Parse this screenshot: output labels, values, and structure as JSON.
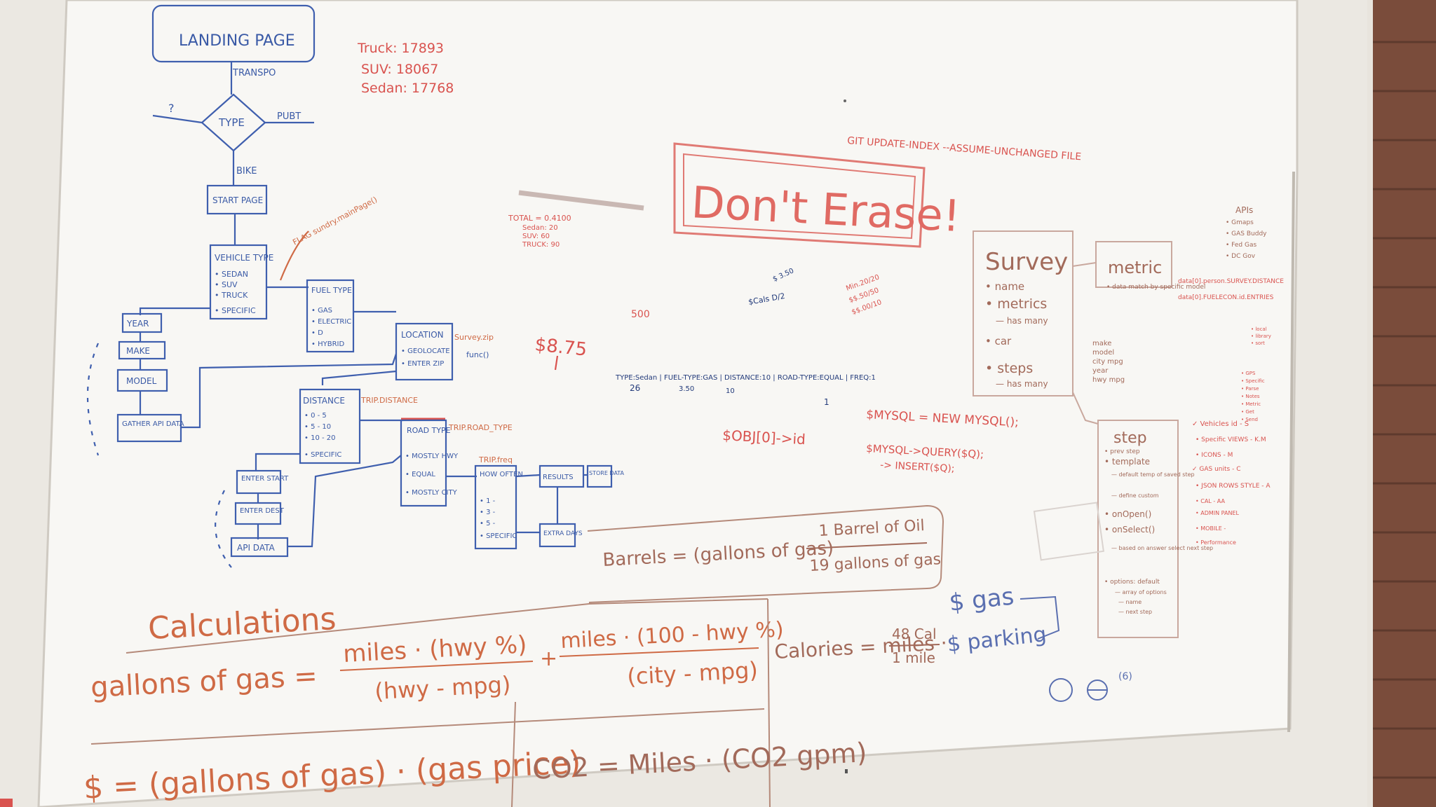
{
  "colors": {
    "board": "#f7f6f3",
    "wall_left": "#e7e4de",
    "brick": "#7a4c3b",
    "ink_blue": "#3a5aa6",
    "ink_red": "#d9534f",
    "ink_orange": "#cf6a45",
    "ink_brown": "#a26a5a"
  },
  "flowchart": {
    "landing": "LANDING PAGE",
    "transpo": "TRANSPO",
    "type": "TYPE",
    "q": "?",
    "publ": "PUBT",
    "bike": "BIKE",
    "start_page": "START PAGE",
    "vehicle_type": "VEHICLE TYPE",
    "vehicle_items": [
      "• SEDAN",
      "• SUV",
      "• TRUCK"
    ],
    "vehicle_specific": "• SPECIFIC",
    "fuel_type": "FUEL TYPE",
    "fuel_items": [
      "• GAS",
      "• ELECTRIC",
      "• D",
      "• HYBRID"
    ],
    "year": "YEAR",
    "make": "MAKE",
    "model": "MODEL",
    "gather": "GATHER API DATA",
    "location": "LOCATION",
    "location_items": [
      "• GEOLOCATE",
      "• ENTER ZIP"
    ],
    "survey_zip": "Survey.zip",
    "func": "func()",
    "distance": "DISTANCE",
    "distance_items": [
      "• 0 - 5",
      "• 5 - 10",
      "• 10 - 20"
    ],
    "distance_specific": "• SPECIFIC",
    "trip_distance": "TRIP.DISTANCE",
    "road_type": "ROAD TYPE",
    "road_items": [
      "• MOSTLY HWY",
      "• EQUAL",
      "• MOSTLY CITY"
    ],
    "trip_road": "TRIP.ROAD_TYPE",
    "trip_freq": "TRIP.freq",
    "how_often": "HOW OFTEN",
    "often_items": [
      "• 1 -",
      "• 3 -",
      "• 5 -"
    ],
    "often_specific": "• SPECIFIC",
    "results": "RESULTS",
    "store_data": "STORE DATA",
    "extra_days": "EXTRA DAYS",
    "enter_start": "ENTER START",
    "enter_dest": "ENTER DEST",
    "api_data": "API DATA",
    "flag": "FLAG sundry.mainPage()"
  },
  "red_notes": {
    "truck": "Truck: 17893",
    "suv": "SUV: 18067",
    "sedan": "Sedan: 17768",
    "total": "TOTAL = 0.4100",
    "total_lines": [
      "Sedan: 20",
      "SUV: 60",
      "TRUCK: 90"
    ],
    "dont_erase": "Don't Erase!",
    "git": "GIT UPDATE-INDEX --ASSUME-UNCHANGED FILE",
    "price": "$8.75",
    "five_hundred": "500",
    "obj": "$OBJ[0]->id",
    "mysql1": "$MYSQL = NEW MYSQL();",
    "mysql2": "$MYSQL->QUERY($Q);",
    "insert": "-> INSERT($Q);"
  },
  "center_notes": {
    "row": "TYPE:Sedan | FUEL-TYPE:GAS | DISTANCE:10 | ROAD-TYPE:EQUAL | FREQ:1",
    "row_vals": [
      "26",
      "3.50",
      "10",
      "1"
    ],
    "cost": "$ 3.50",
    "d2": "$Cals D/2",
    "mins": [
      "Min.20/20",
      "$$.50/50",
      "$$.00/10"
    ]
  },
  "right_panel": {
    "survey_title": "Survey",
    "survey_items": [
      "• name",
      "• metrics",
      "— has many",
      "• car",
      "• steps",
      "— has many"
    ],
    "metric_title": "metric",
    "metric_note": "• data match by specific model",
    "car_items": [
      "make",
      "model",
      "city mpg",
      "year",
      "hwy mpg"
    ],
    "step_title": "step",
    "step_items": [
      "• prev step",
      "• template",
      "— default temp of saved step",
      "— define custom",
      "• onOpen()",
      "• onSelect()",
      "— based on answer select next step",
      "• options: default",
      "— array of options",
      "— name",
      "— next step"
    ],
    "api_title": "APIs",
    "api_items": [
      "• Gmaps",
      "• GAS Buddy",
      "• Fed Gas",
      "• DC Gov"
    ],
    "data_lines": [
      "data[0].person.SURVEY.DISTANCE",
      "data[0].FUELECON.id.ENTRIES"
    ],
    "todo": [
      "✓ Vehicles id - S",
      "• Specific VIEWS - K.M",
      "• ICONS - M",
      "✓ GAS units - C",
      "• JSON ROWS STYLE - A",
      "• CAL - AA",
      "• ADMIN PANEL",
      "• MOBILE -",
      "• Performance"
    ],
    "small_notes": [
      "• local",
      "• library",
      "• sort"
    ],
    "small_notes2": [
      "• GPS",
      "• Specific",
      "• Parse",
      "• Notes",
      "• Metric",
      "• Get",
      "• Send"
    ]
  },
  "formulas": {
    "barrels_lhs": "Barrels = (gallons of gas)",
    "barrels_num": "1 Barrel of Oil",
    "barrels_den": "19 gallons of gas",
    "calc_title": "Calculations",
    "gallons_lhs": "gallons of gas =",
    "f1_num": "miles · (hwy %)",
    "f1_den": "(hwy - mpg)",
    "plus": "+",
    "f2_num": "miles · (100 - hwy %)",
    "f2_den": "(city - mpg)",
    "calories_lhs": "Calories = miles ·",
    "calories_num": "48 Cal",
    "calories_den": "1 mile",
    "gas_dollar": "$ gas",
    "parking_dollar": "$ parking",
    "dollars": "$ = (gallons of gas) · (gas price)",
    "co2": "CO2 = Miles · (CO2 gpm)",
    "small_sym": "(6)"
  }
}
